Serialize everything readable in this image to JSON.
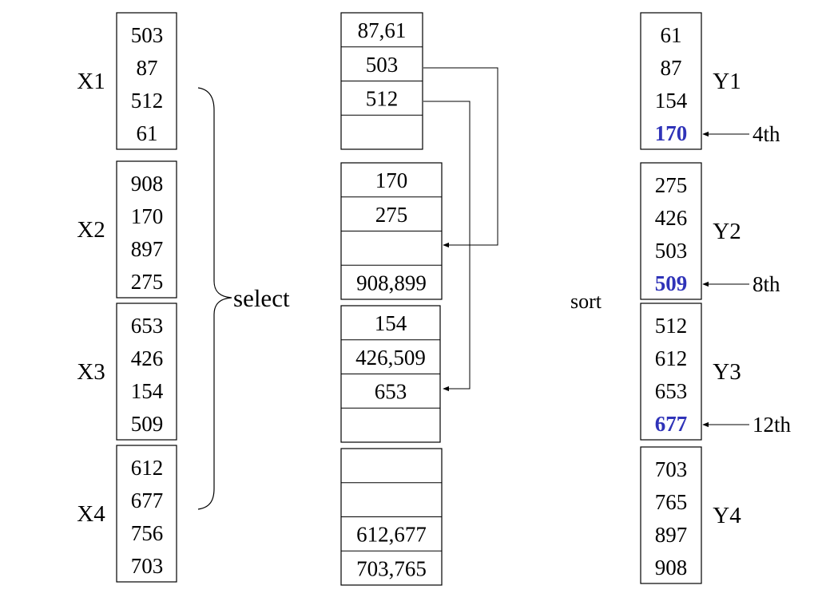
{
  "colors": {
    "ink": "#000000",
    "highlight": "#2f33b8",
    "background": "#ffffff"
  },
  "input_groups": [
    {
      "label": "X1",
      "values": [
        "503",
        "87",
        "512",
        "61"
      ]
    },
    {
      "label": "X2",
      "values": [
        "908",
        "170",
        "897",
        "275"
      ]
    },
    {
      "label": "X3",
      "values": [
        "653",
        "426",
        "154",
        "509"
      ]
    },
    {
      "label": "X4",
      "values": [
        "612",
        "677",
        "756",
        "703"
      ]
    }
  ],
  "select_label": "select",
  "buckets": [
    [
      "87,61",
      "503",
      "512",
      ""
    ],
    [
      "170",
      "275",
      "",
      "908,899"
    ],
    [
      "154",
      "426,509",
      "653",
      ""
    ],
    [
      "",
      "",
      "612,677",
      "703,765"
    ]
  ],
  "sort_label": "sort",
  "output_groups": [
    {
      "label": "Y1",
      "values": [
        "61",
        "87",
        "154",
        "170"
      ],
      "rank_label": "4th"
    },
    {
      "label": "Y2",
      "values": [
        "275",
        "426",
        "503",
        "509"
      ],
      "rank_label": "8th"
    },
    {
      "label": "Y3",
      "values": [
        "512",
        "612",
        "653",
        "677"
      ],
      "rank_label": "12th"
    },
    {
      "label": "Y4",
      "values": [
        "703",
        "765",
        "897",
        "908"
      ],
      "rank_label": ""
    }
  ]
}
